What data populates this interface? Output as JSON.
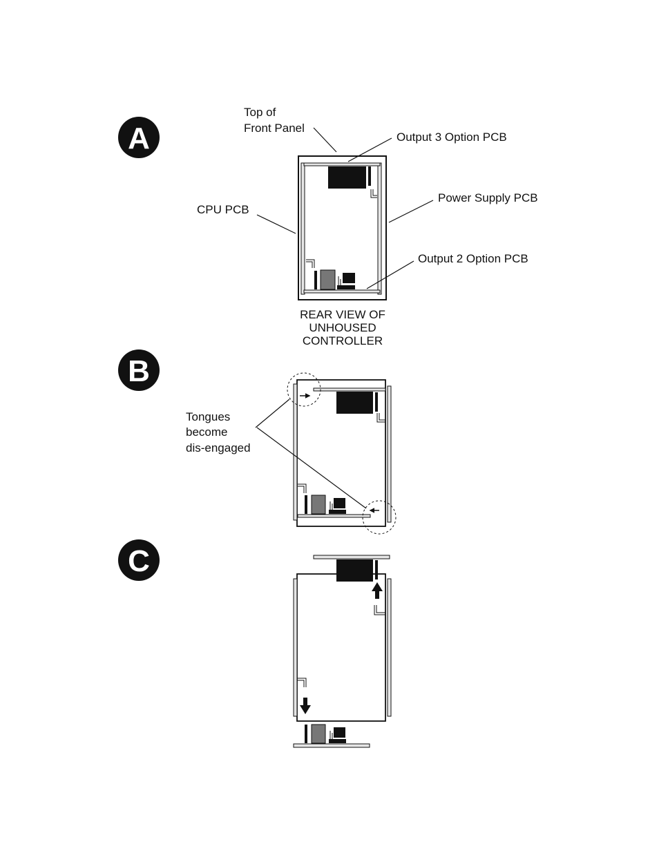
{
  "panels": {
    "a": {
      "letter": "A",
      "labels": {
        "top_of_front_panel_line1": "Top of",
        "top_of_front_panel_line2": "Front Panel",
        "output3": "Output 3 Option PCB",
        "cpu": "CPU PCB",
        "power_supply": "Power Supply PCB",
        "output2": "Output 2 Option PCB",
        "caption_line1": "REAR VIEW OF",
        "caption_line2": "UNHOUSED",
        "caption_line3": "CONTROLLER"
      }
    },
    "b": {
      "letter": "B",
      "labels": {
        "tongues_line1": "Tongues",
        "tongues_line2": "become",
        "tongues_line3": "dis-engaged"
      }
    },
    "c": {
      "letter": "C"
    }
  }
}
